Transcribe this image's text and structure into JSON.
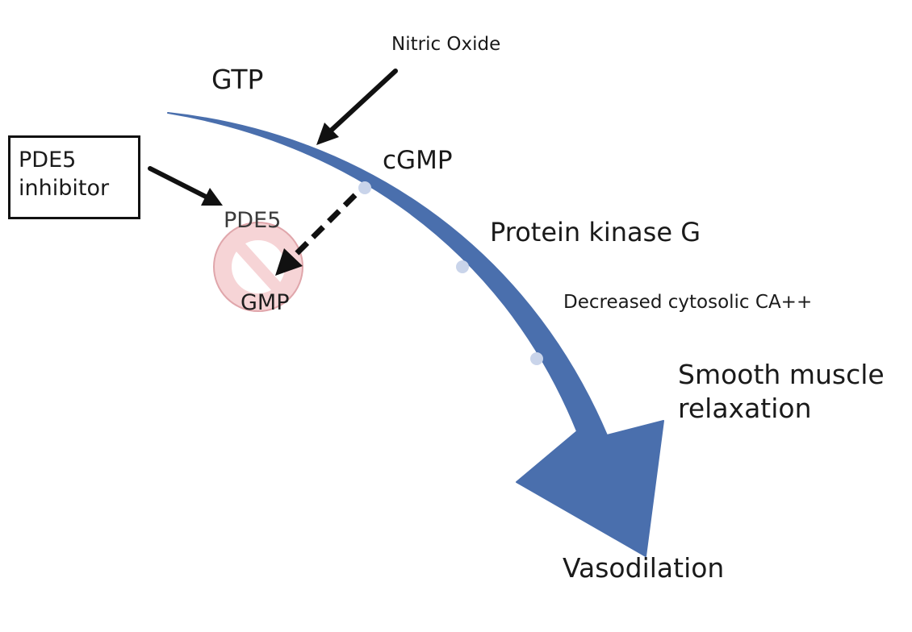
{
  "labels": {
    "gtp": "GTP",
    "nitric_oxide": "Nitric Oxide",
    "cgmp": "cGMP",
    "protein_kinase_g": "Protein kinase G",
    "decreased_ca": "Decreased cytosolic CA++",
    "smooth_muscle": "Smooth muscle relaxation",
    "vasodilation": "Vasodilation",
    "pde5": "PDE5",
    "gmp": "GMP"
  },
  "inhibitor_box": {
    "line1": "PDE5",
    "line2": "inhibitor"
  },
  "colors": {
    "pathway_arrow": "#4a6fad",
    "pathway_dot": "#c9d4ea",
    "inhibition_fill": "#f6d4d6",
    "inhibition_ring": "#e0a6ab",
    "arrow_ink": "#111111"
  },
  "icons": {
    "inhibition_symbol": "prohibition-sign-icon"
  }
}
